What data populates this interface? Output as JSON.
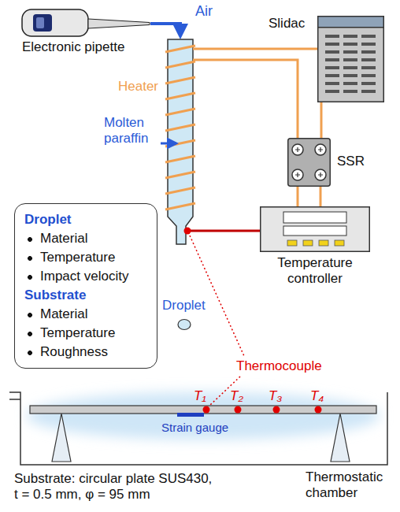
{
  "diagram": {
    "nodes": [
      {
        "text": [
          "Slidac"
        ]
      },
      {
        "text": [
          "SSR"
        ]
      },
      {
        "text": [
          "Droplet",
          "Material",
          "Temperature",
          "Impact velocity",
          "Substrate",
          "Material",
          "Temperature",
          "Roughness"
        ]
      },
      {
        "text": [
          "Temperature controller"
        ]
      }
    ],
    "edges": [
      {
        "from": 0,
        "to": 1,
        "arrow": "none"
      },
      {
        "from": 1,
        "to": 3,
        "arrow": "none"
      },
      {
        "from": 1,
        "to": 3,
        "arrow": "none"
      }
    ],
    "labels": [
      "Electronic pipette",
      "Air",
      "Heater",
      "Molten paraffin",
      "Droplet",
      "Thermocouple",
      "T₁",
      "T₂",
      "T₃",
      "T₄",
      "Strain gauge",
      "Substrate: circular plate SUS430, t = 0.5 mm, φ = 95 mm",
      "Thermostatic chamber"
    ]
  }
}
